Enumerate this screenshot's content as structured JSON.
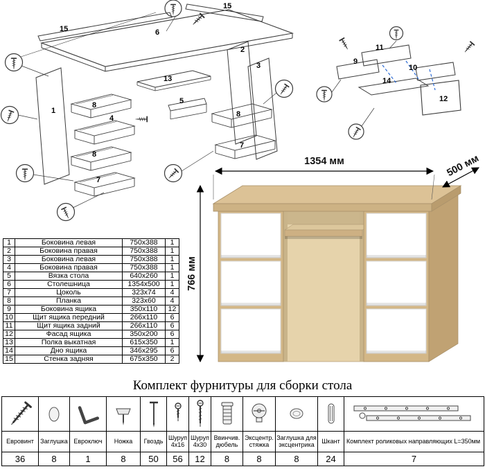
{
  "main_diagram": {
    "labels": [
      "15",
      "6",
      "15",
      "1",
      "8",
      "4",
      "8",
      "7",
      "13",
      "5",
      "2",
      "3",
      "8",
      "7"
    ]
  },
  "drawer_diagram": {
    "labels": [
      "11",
      "9",
      "10",
      "14",
      "12"
    ]
  },
  "desk": {
    "width_label": "1354 мм",
    "depth_label": "500 мм",
    "height_label": "766 мм",
    "colors": {
      "wood": "#d3b787",
      "wood_dark": "#c0a273",
      "wood_light": "#e6d3ab",
      "drawer": "#ffffff"
    }
  },
  "parts_table": {
    "rows": [
      {
        "n": "1",
        "name": "Боковина левая",
        "size": "750х388",
        "qty": "1"
      },
      {
        "n": "2",
        "name": "Боковина правая",
        "size": "750х388",
        "qty": "1"
      },
      {
        "n": "3",
        "name": "Боковина левая",
        "size": "750х388",
        "qty": "1"
      },
      {
        "n": "4",
        "name": "Боковина правая",
        "size": "750х388",
        "qty": "1"
      },
      {
        "n": "5",
        "name": "Вязка стола",
        "size": "640х260",
        "qty": "1"
      },
      {
        "n": "6",
        "name": "Столешница",
        "size": "1354х500",
        "qty": "1"
      },
      {
        "n": "7",
        "name": "Цоколь",
        "size": "323х74",
        "qty": "4"
      },
      {
        "n": "8",
        "name": "Планка",
        "size": "323х60",
        "qty": "4"
      },
      {
        "n": "9",
        "name": "Боковина ящика",
        "size": "350х110",
        "qty": "12"
      },
      {
        "n": "10",
        "name": "Щит ящика передний",
        "size": "266х110",
        "qty": "6"
      },
      {
        "n": "11",
        "name": "Щит ящика задний",
        "size": "266х110",
        "qty": "6"
      },
      {
        "n": "12",
        "name": "Фасад ящика",
        "size": "350х200",
        "qty": "6"
      },
      {
        "n": "13",
        "name": "Полка выкатная",
        "size": "615х350",
        "qty": "1"
      },
      {
        "n": "14",
        "name": "Дно ящика",
        "size": "346х295",
        "qty": "6"
      },
      {
        "n": "15",
        "name": "Стенка задняя",
        "size": "675х350",
        "qty": "2"
      }
    ]
  },
  "hardware": {
    "title": "Комплект фурнитуры для сборки стола",
    "items": [
      {
        "name": "Евровинт",
        "qty": "36",
        "icon": "confirmat-screw-icon"
      },
      {
        "name": "Заглушка",
        "qty": "8",
        "icon": "cap-icon"
      },
      {
        "name": "Евроключ",
        "qty": "1",
        "icon": "hex-key-icon"
      },
      {
        "name": "Ножка",
        "qty": "8",
        "icon": "foot-icon"
      },
      {
        "name": "Гвоздь",
        "qty": "50",
        "icon": "nail-icon"
      },
      {
        "name": "Шуруп 4х16",
        "qty": "56",
        "icon": "screw-small-icon"
      },
      {
        "name": "Шуруп 4х30",
        "qty": "12",
        "icon": "screw-long-icon"
      },
      {
        "name": "Ввинчив. дюбель",
        "qty": "8",
        "icon": "screw-in-dowel-icon"
      },
      {
        "name": "Эксцентр. стяжка",
        "qty": "8",
        "icon": "cam-lock-icon"
      },
      {
        "name": "Заглушка для эксцентрика",
        "qty": "8",
        "icon": "cam-cap-icon"
      },
      {
        "name": "Шкант",
        "qty": "24",
        "icon": "wood-dowel-icon"
      },
      {
        "name": "Комплект роликовых направляющих L=350мм",
        "qty": "7",
        "icon": "drawer-slides-icon"
      }
    ]
  }
}
